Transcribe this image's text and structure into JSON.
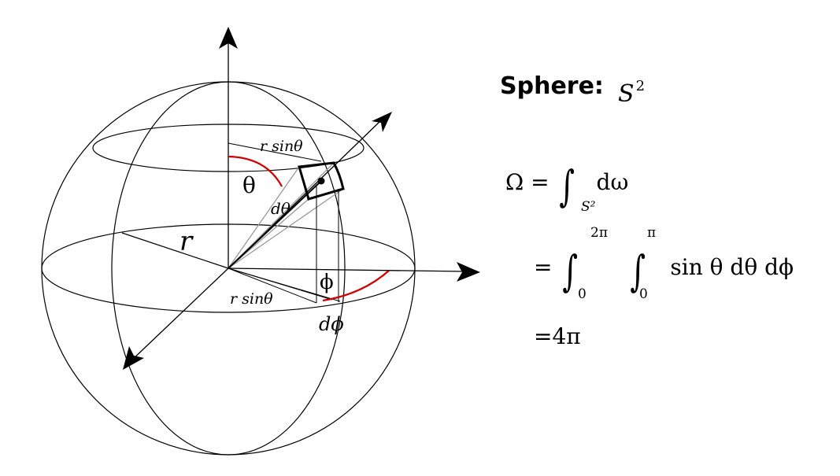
{
  "diagram": {
    "labels": {
      "theta": "θ",
      "d_theta": "dθ",
      "r": "r",
      "phi": "ϕ",
      "d_phi": "dϕ",
      "r_sin_theta_top": "r sinθ",
      "r_sin_theta_bottom": "r sinθ"
    },
    "colors": {
      "lines": "#000000",
      "angle_arcs": "#cc0000",
      "rays": "#999999"
    }
  },
  "panel": {
    "title": "Sphere:",
    "symbol": "S",
    "symbol_exponent": "2",
    "eq1": {
      "lhs": "Ω =",
      "lower_limit": "S²",
      "integrand": "dω"
    },
    "eq2": {
      "lhs": "=",
      "outer_lower": "0",
      "outer_upper": "2π",
      "inner_lower": "0",
      "inner_upper": "π",
      "integrand": "sin θ dθ dϕ"
    },
    "eq3": {
      "text": "=4π"
    }
  }
}
